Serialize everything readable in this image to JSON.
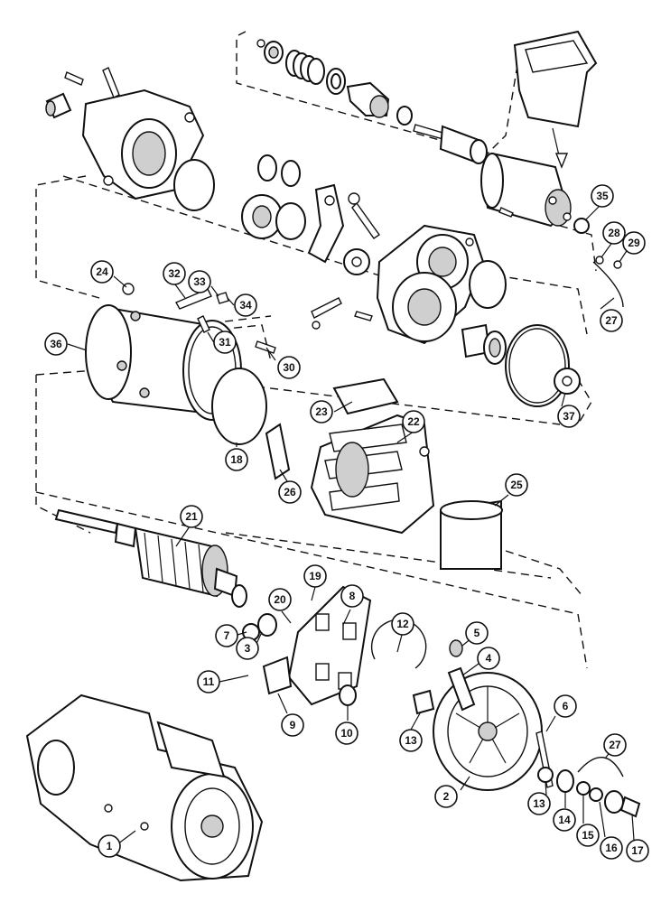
{
  "callouts": [
    {
      "label": "1"
    },
    {
      "label": "2"
    },
    {
      "label": "3"
    },
    {
      "label": "4"
    },
    {
      "label": "5"
    },
    {
      "label": "6"
    },
    {
      "label": "7"
    },
    {
      "label": "8"
    },
    {
      "label": "9"
    },
    {
      "label": "10"
    },
    {
      "label": "11"
    },
    {
      "label": "12"
    },
    {
      "label": "13"
    },
    {
      "label": "13"
    },
    {
      "label": "14"
    },
    {
      "label": "15"
    },
    {
      "label": "16"
    },
    {
      "label": "17"
    },
    {
      "label": "18"
    },
    {
      "label": "19"
    },
    {
      "label": "20"
    },
    {
      "label": "21"
    },
    {
      "label": "22"
    },
    {
      "label": "23"
    },
    {
      "label": "24"
    },
    {
      "label": "25"
    },
    {
      "label": "26"
    },
    {
      "label": "27"
    },
    {
      "label": "27"
    },
    {
      "label": "28"
    },
    {
      "label": "29"
    },
    {
      "label": "30"
    },
    {
      "label": "31"
    },
    {
      "label": "32"
    },
    {
      "label": "33"
    },
    {
      "label": "34"
    },
    {
      "label": "35"
    },
    {
      "label": "36"
    },
    {
      "label": "37"
    }
  ]
}
